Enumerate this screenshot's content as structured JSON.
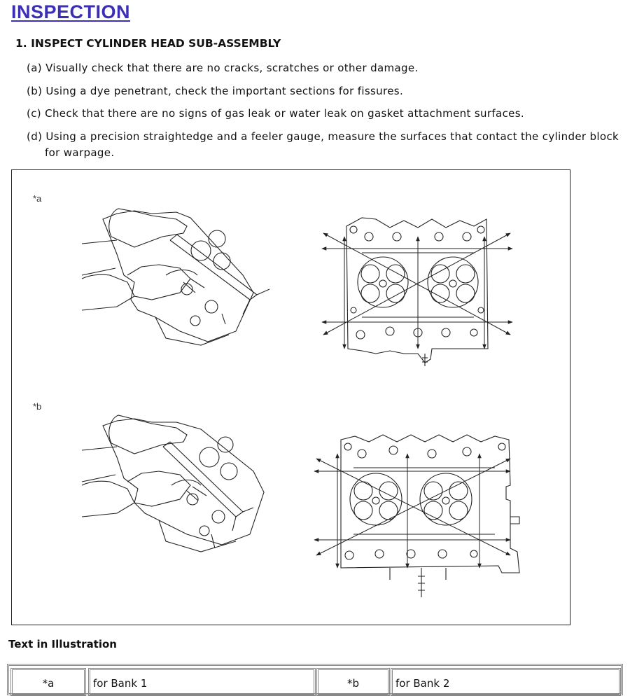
{
  "page": {
    "title": "INSPECTION",
    "step_heading": "1. INSPECT CYLINDER HEAD SUB-ASSEMBLY",
    "steps": [
      {
        "text": "(a) Visually check that there are no cracks, scratches or other damage."
      },
      {
        "text": "(b) Using a dye penetrant, check the important sections for fissures."
      },
      {
        "text": "(c) Check that there are no signs of gas leak or water leak on gasket attachment surfaces."
      },
      {
        "text": "(d) Using a precision straightedge and a feeler gauge, measure the surfaces that contact the cylinder block for warpage."
      }
    ]
  },
  "illustration": {
    "callout_a": "*a",
    "callout_b": "*b"
  },
  "legend": {
    "heading": "Text in Illustration",
    "rows": [
      {
        "key_a": "*a",
        "value_a": "for Bank 1",
        "key_b": "*b",
        "value_b": "for Bank 2"
      }
    ]
  }
}
